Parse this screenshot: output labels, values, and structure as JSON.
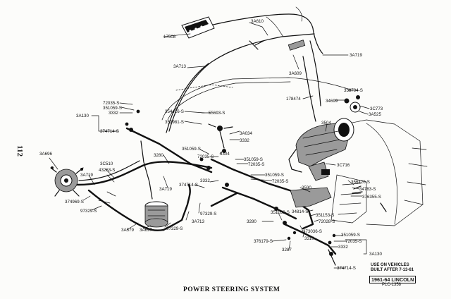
{
  "title": "POWER STEERING SYSTEM",
  "page_number": "112",
  "note": [
    "USE ON VEHICLES",
    "BUILT AFTER 7-13-61"
  ],
  "model_badge": "1961-64 LINCOLN",
  "plate_code": "PLC-1358",
  "parts": [
    {
      "label": "17508"
    },
    {
      "label": "3A610"
    },
    {
      "label": "3A719"
    },
    {
      "label": "3A713"
    },
    {
      "label": "3A609"
    },
    {
      "label": "178474"
    },
    {
      "label": "358794-S"
    },
    {
      "label": "34699"
    },
    {
      "label": "3C773"
    },
    {
      "label": "3A525"
    },
    {
      "label": "72035-S"
    },
    {
      "label": "351059-S"
    },
    {
      "label": "3332"
    },
    {
      "label": "3A130"
    },
    {
      "label": "354416-S"
    },
    {
      "label": "55693-S"
    },
    {
      "label": "352981-S"
    },
    {
      "label": "374714-S"
    },
    {
      "label": "3A034"
    },
    {
      "label": "3332"
    },
    {
      "label": "3504"
    },
    {
      "label": "351059-S"
    },
    {
      "label": "72035-S"
    },
    {
      "label": "3304"
    },
    {
      "label": "3280"
    },
    {
      "label": "3A696"
    },
    {
      "label": "3C510"
    },
    {
      "label": "43263-S"
    },
    {
      "label": "3A719"
    },
    {
      "label": "351059-S"
    },
    {
      "label": "72035-S"
    },
    {
      "label": "3C716"
    },
    {
      "label": "351059-S"
    },
    {
      "label": "72035-S"
    },
    {
      "label": "3332"
    },
    {
      "label": "374714-S"
    },
    {
      "label": "3A719"
    },
    {
      "label": "356420-S"
    },
    {
      "label": "34783-S"
    },
    {
      "label": "376355-S"
    },
    {
      "label": "374969-S"
    },
    {
      "label": "97329-S"
    },
    {
      "label": "3590"
    },
    {
      "label": "34814-S"
    },
    {
      "label": "351153-S"
    },
    {
      "label": "72028-S"
    },
    {
      "label": "97329-S"
    },
    {
      "label": "3A713"
    },
    {
      "label": "3A579"
    },
    {
      "label": "3A697"
    },
    {
      "label": "97329-S"
    },
    {
      "label": "351059-S"
    },
    {
      "label": "3280"
    },
    {
      "label": "373036-S"
    },
    {
      "label": "3310"
    },
    {
      "label": "351059-S"
    },
    {
      "label": "72035-S"
    },
    {
      "label": "3332"
    },
    {
      "label": "376179-S"
    },
    {
      "label": "3287"
    },
    {
      "label": "3A130"
    },
    {
      "label": "374714-S"
    }
  ]
}
